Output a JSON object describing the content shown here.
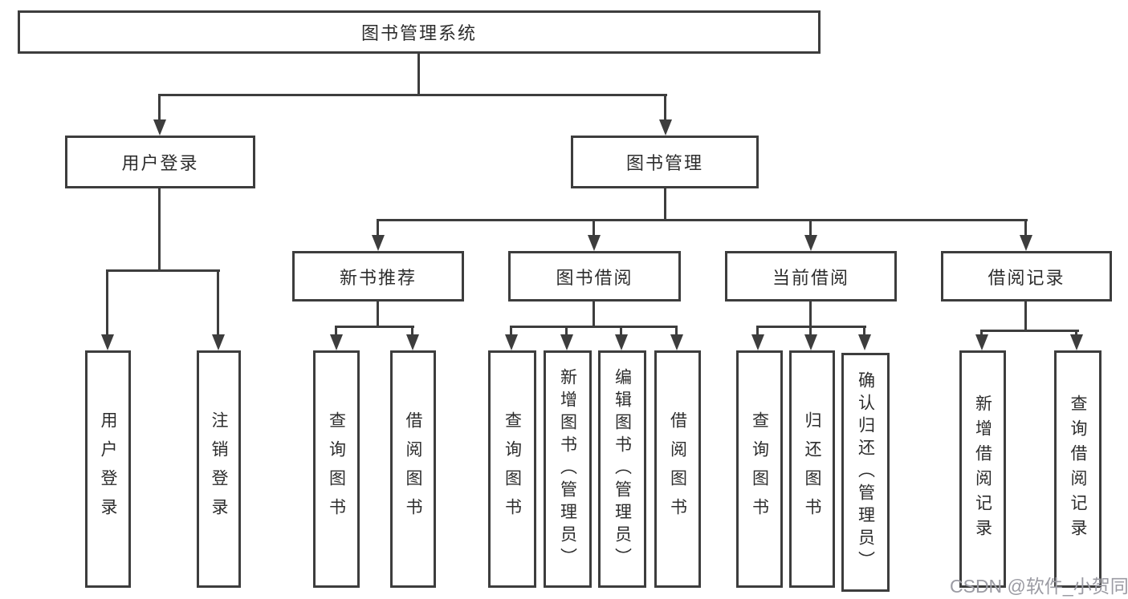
{
  "colors": {
    "line": "#3d3d3d",
    "text": "#2d2d2d",
    "watermark": "#9b9ba3",
    "background": "#ffffff"
  },
  "watermark": {
    "text": "CSDN @软件_小贺同学"
  },
  "nodes": {
    "root": "图书管理系统",
    "user_login": "用户登录",
    "book_management": "图书管理",
    "new_book_recommend": "新书推荐",
    "book_borrowing": "图书借阅",
    "current_borrowing": "当前借阅",
    "borrowing_records": "借阅记录",
    "ul_user_login": "用户登录",
    "ul_logout": "注销登录",
    "nb_query_books": "查询图书",
    "nb_borrow_books": "借阅图书",
    "bb_query_books": "查询图书",
    "bb_add_books_admin": "新增图书（管理员）",
    "bb_edit_books_admin": "编辑图书（管理员）",
    "bb_borrow_books": "借阅图书",
    "cb_query_books": "查询图书",
    "cb_return_books": "归还图书",
    "cb_confirm_return_admin": "确认归还（管理员）",
    "br_add_record": "新增借阅记录",
    "br_query_record": "查询借阅记录"
  }
}
